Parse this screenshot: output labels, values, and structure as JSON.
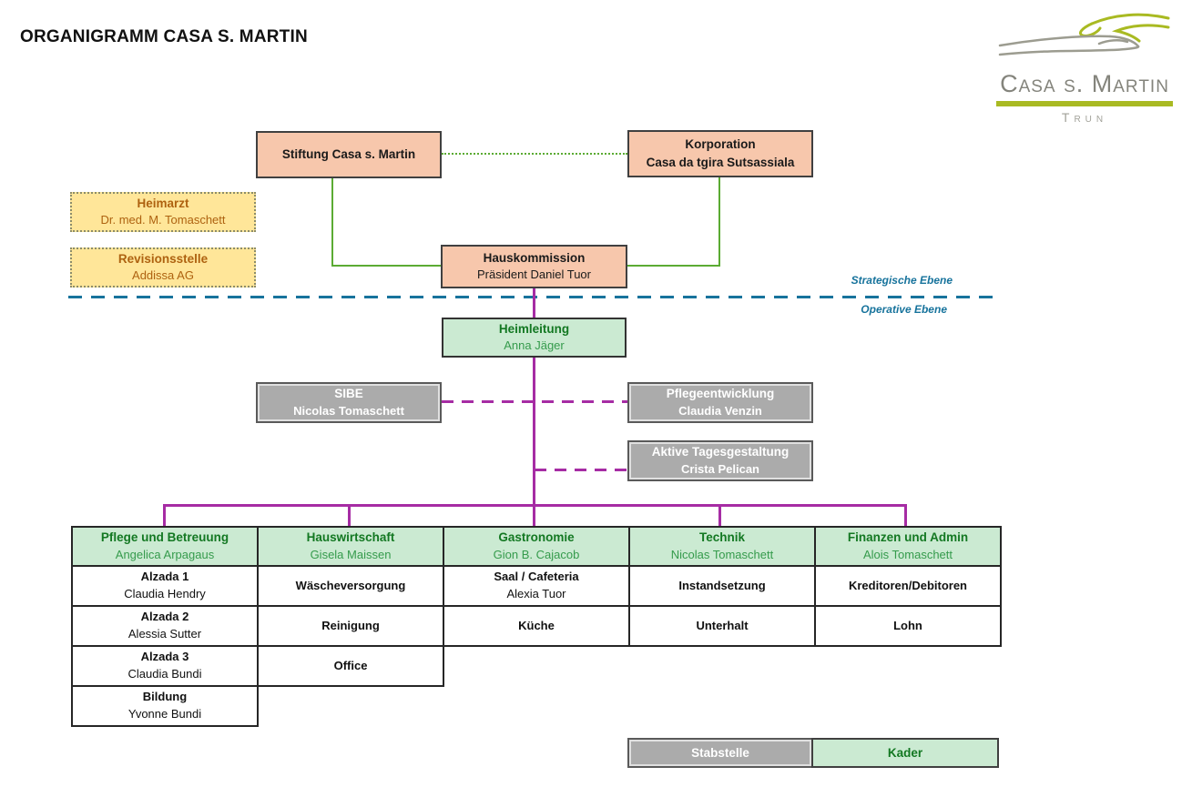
{
  "page": {
    "title": "ORGANIGRAMM CASA S. MARTIN"
  },
  "logo": {
    "brand": "Casa s. Martin",
    "location": "Trun"
  },
  "levels": {
    "strategic": "Strategische Ebene",
    "operative": "Operative Ebene"
  },
  "colors": {
    "salmon": "#f7c7ac",
    "yellow": "#ffe699",
    "mint_green": "#cbead2",
    "gray": "#ababab",
    "magenta": "#a62ca4",
    "connector_green": "#5bab33",
    "level_blue": "#17739c",
    "brown_text": "#ae6210",
    "dark_green_text": "#137822"
  },
  "boxes": {
    "stiftung": {
      "title": "Stiftung Casa s. Martin"
    },
    "korporation": {
      "title": "Korporation",
      "subtitle": "Casa da tgira Sutsassiala"
    },
    "heimarzt": {
      "title": "Heimarzt",
      "subtitle": "Dr. med. M. Tomaschett"
    },
    "revisionsstelle": {
      "title": "Revisionsstelle",
      "subtitle": "Addissa AG"
    },
    "hauskommission": {
      "title": "Hauskommission",
      "subtitle": "Präsident Daniel Tuor"
    },
    "heimleitung": {
      "title": "Heimleitung",
      "subtitle": "Anna Jäger"
    },
    "sibe": {
      "title": "SIBE",
      "subtitle": "Nicolas Tomaschett"
    },
    "pflegeentwicklung": {
      "title": "Pflegeentwicklung",
      "subtitle": "Claudia Venzin"
    },
    "aktive_tagesgestaltung": {
      "title": "Aktive Tagesgestaltung",
      "subtitle": "Crista Pelican"
    }
  },
  "departments": [
    {
      "title": "Pflege und Betreuung",
      "head": "Angelica Arpagaus",
      "units": [
        {
          "title": "Alzada 1",
          "person": "Claudia Hendry"
        },
        {
          "title": "Alzada 2",
          "person": "Alessia Sutter"
        },
        {
          "title": "Alzada 3",
          "person": "Claudia Bundi"
        },
        {
          "title": "Bildung",
          "person": "Yvonne Bundi"
        }
      ]
    },
    {
      "title": "Hauswirtschaft",
      "head": "Gisela Maissen",
      "units": [
        {
          "title": "Wäscheversorgung"
        },
        {
          "title": "Reinigung"
        },
        {
          "title": "Office"
        }
      ]
    },
    {
      "title": "Gastronomie",
      "head": "Gion B. Cajacob",
      "units": [
        {
          "title": "Saal / Cafeteria",
          "person": "Alexia Tuor"
        },
        {
          "title": "Küche"
        }
      ]
    },
    {
      "title": "Technik",
      "head": "Nicolas Tomaschett",
      "units": [
        {
          "title": "Instandsetzung"
        },
        {
          "title": "Unterhalt"
        }
      ]
    },
    {
      "title": "Finanzen und Admin",
      "head": "Alois Tomaschett",
      "units": [
        {
          "title": "Kreditoren/Debitoren"
        },
        {
          "title": "Lohn"
        }
      ]
    }
  ],
  "legend": {
    "stabstelle": "Stabstelle",
    "kader": "Kader"
  }
}
